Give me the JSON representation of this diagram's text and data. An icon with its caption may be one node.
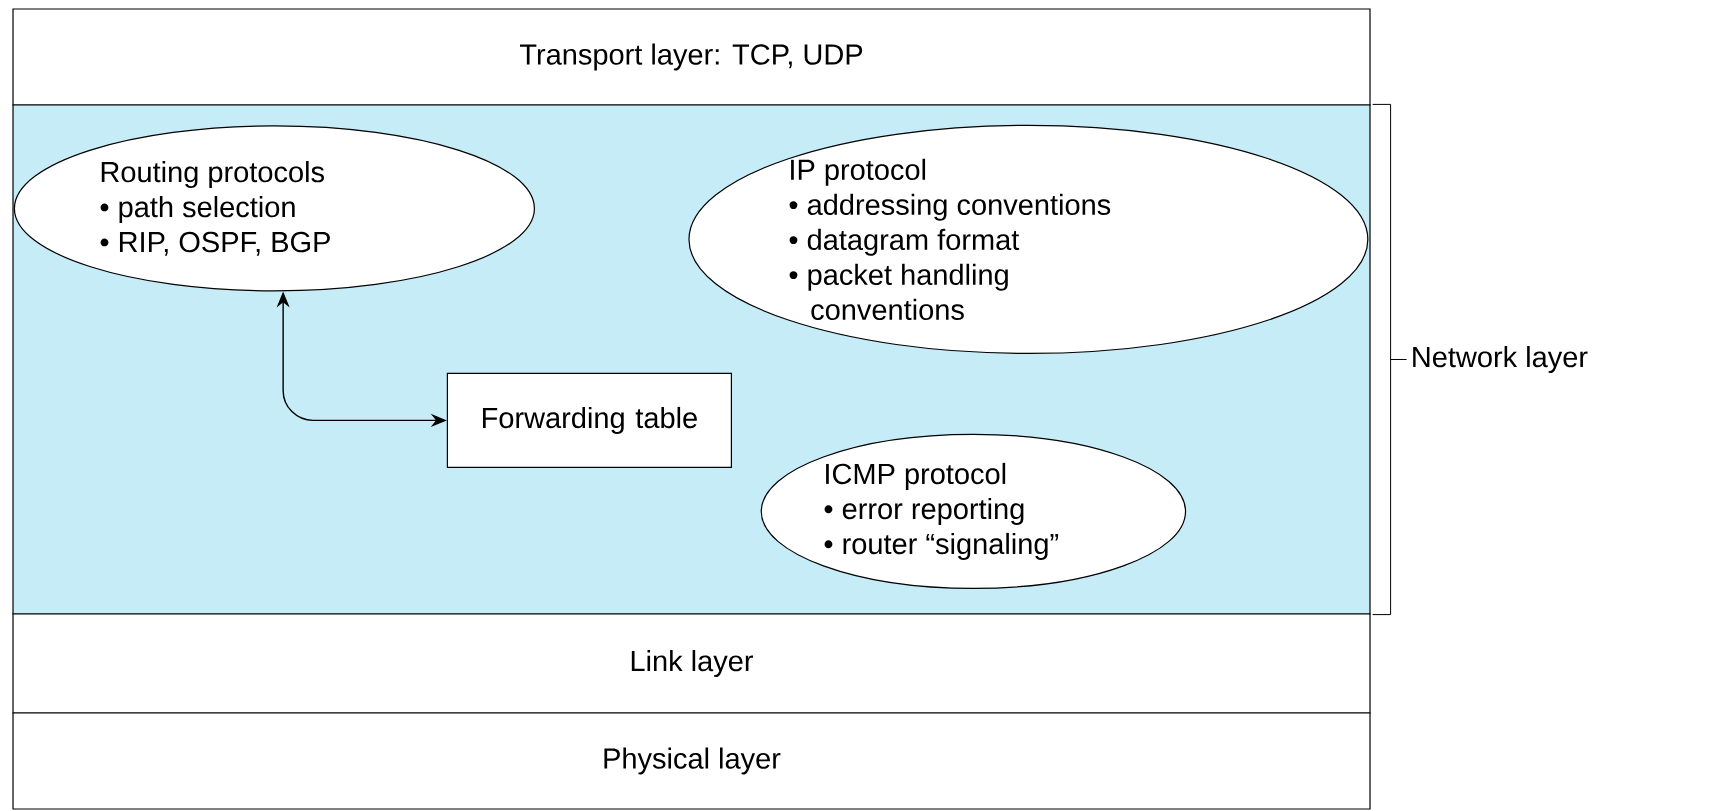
{
  "diagram": {
    "nodes": [
      {
        "text": [
          "Transport layer: TCP, UDP"
        ]
      },
      {
        "text": [],
        "shape": "box",
        "beside": [
          "Network layer"
        ]
      },
      {
        "text": [
          "Routing protocols",
          "• path selection",
          "• RIP, OSPF, BGP"
        ],
        "in": 1
      },
      {
        "text": [
          "IP protocol",
          "• addressing conventions",
          "• datagram format",
          "• packet handling conventions"
        ],
        "in": 1
      },
      {
        "text": [
          "Forwarding table"
        ],
        "in": 1
      },
      {
        "text": [
          "ICMP protocol",
          "• error reporting",
          "• router “signaling”"
        ],
        "in": 1
      },
      {
        "text": [
          "Link layer"
        ]
      },
      {
        "text": [
          "Physical layer"
        ]
      }
    ],
    "edges": [
      {
        "from": 2,
        "to": 4,
        "arrow": "both"
      }
    ]
  }
}
